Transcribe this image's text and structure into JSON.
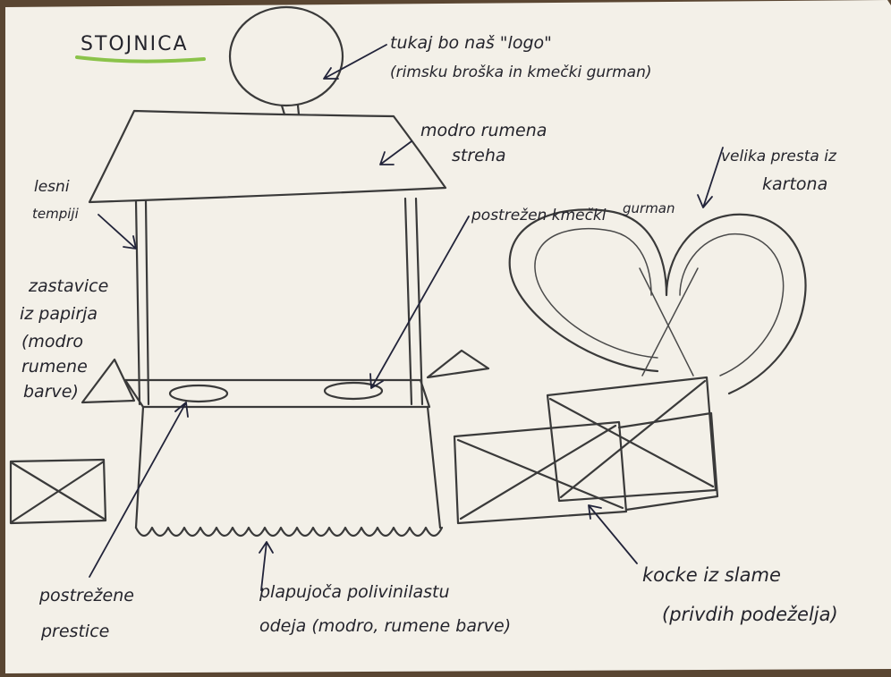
{
  "title": "STOJNICA",
  "colors": {
    "paper": "#f3f0e8",
    "underline": "#8bc34a",
    "ink": "#22243a",
    "pencil": "#3a3a3a"
  },
  "labels": {
    "logo_1": "tukaj bo naš \"logo\"",
    "logo_2": "(rimsku broška in kmečki gurman)",
    "roof_1": "modro rumena",
    "roof_2": "streha",
    "pretzel_1": "velika presta iz",
    "pretzel_2": "kartona",
    "poles_1": "lesni",
    "poles_2": "tempiji",
    "served_1": "postrežen kmečki",
    "served_2": "gurman",
    "flags_1": "zastavice",
    "flags_2": "iz papirja",
    "flags_3": "(modro",
    "flags_4": "rumene",
    "flags_5": "barve)",
    "pretzels_1": "postrežene",
    "pretzels_2": "prestice",
    "cloth_1": "plapujoča polivinilastu",
    "cloth_2": "odeja (modro, rumene barve)",
    "bales_1": "kocke iz slame",
    "bales_2": "(privdih podeželja)"
  }
}
